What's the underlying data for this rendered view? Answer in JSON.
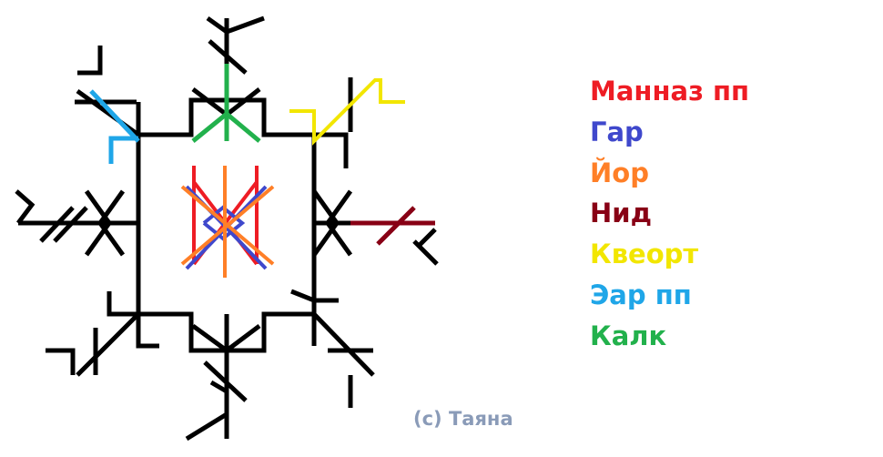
{
  "legend": [
    {
      "label": "Манназ пп",
      "color": "#ee1c24"
    },
    {
      "label": "Гар",
      "color": "#3f48cc"
    },
    {
      "label": "Йор",
      "color": "#ff7f27"
    },
    {
      "label": "Нид",
      "color": "#880015"
    },
    {
      "label": "Квеорт",
      "color": "#f2e600"
    },
    {
      "label": "Эар пп",
      "color": "#1fa6e8"
    },
    {
      "label": "Калк",
      "color": "#22b14c"
    }
  ],
  "copyright": "(c) Таяна",
  "colors": {
    "base": "#000000"
  }
}
